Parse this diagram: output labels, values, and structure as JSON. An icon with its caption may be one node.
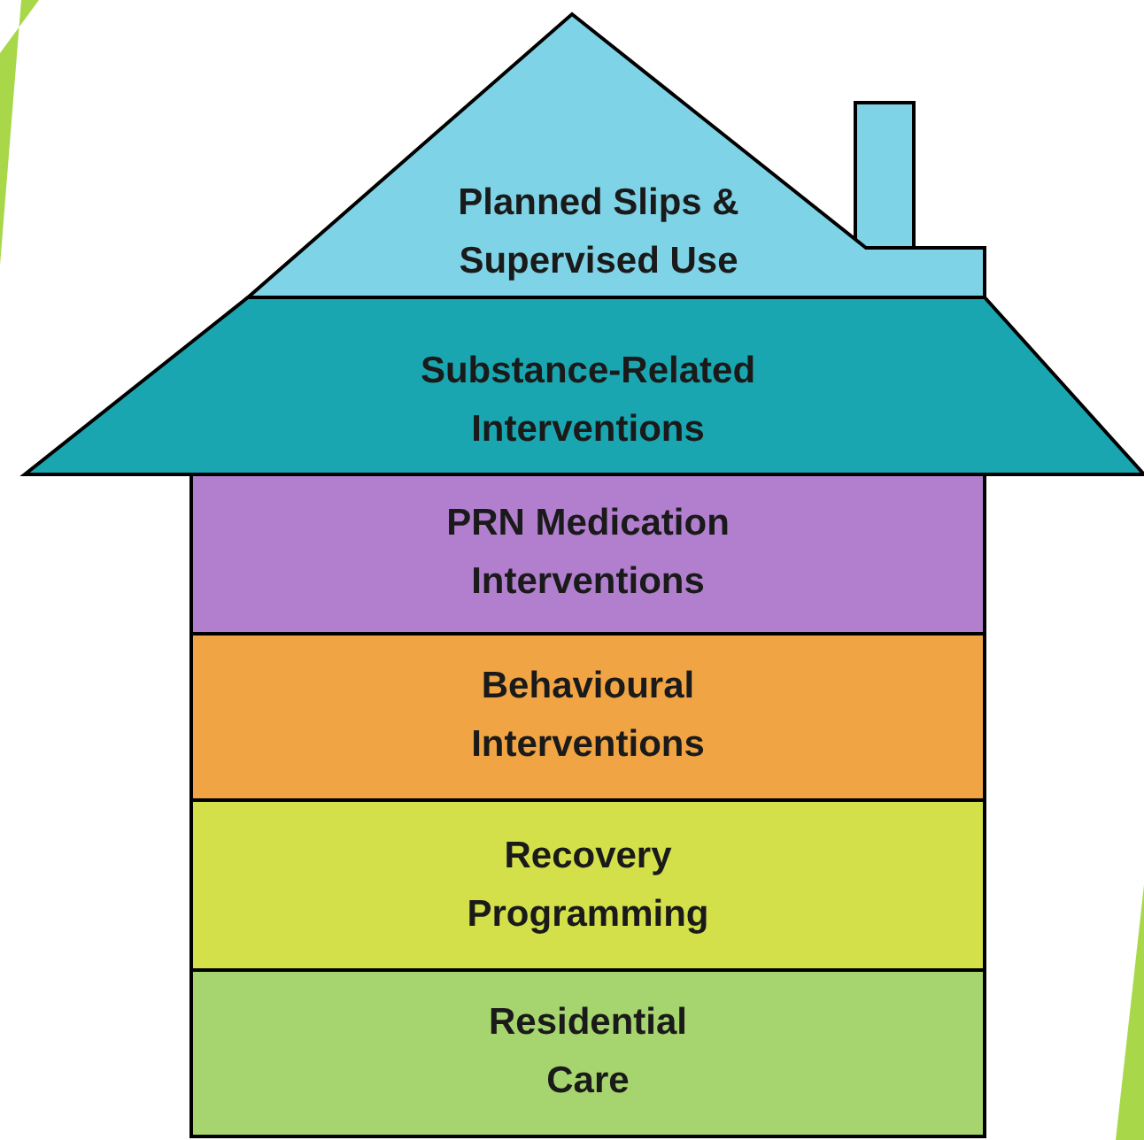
{
  "diagram": {
    "nodes": [
      {
        "text": [
          "Planned Slips & Supervised Use"
        ]
      },
      {
        "text": [
          "Substance-Related Interventions"
        ]
      },
      {
        "text": [
          "PRN Medication Interventions"
        ]
      },
      {
        "text": [
          "Behavioural Interventions"
        ]
      },
      {
        "text": [
          "Recovery Programming"
        ]
      },
      {
        "text": [
          "Residential Care"
        ]
      }
    ]
  }
}
